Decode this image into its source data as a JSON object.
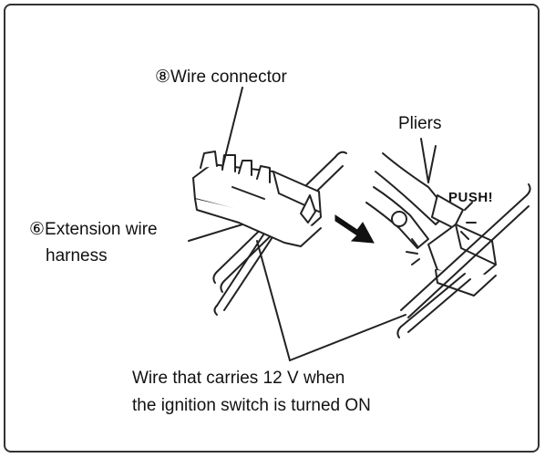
{
  "labels": {
    "wire_connector": "⑧Wire connector",
    "extension_line1": "⑥Extension wire",
    "extension_line2": "harness",
    "pliers": "Pliers",
    "push": "PUSH!",
    "note_line1": "Wire that carries 12 V when",
    "note_line2": "the ignition switch is turned ON"
  },
  "colors": {
    "line": "#222222",
    "frame": "#333333",
    "arrow": "#111111"
  }
}
